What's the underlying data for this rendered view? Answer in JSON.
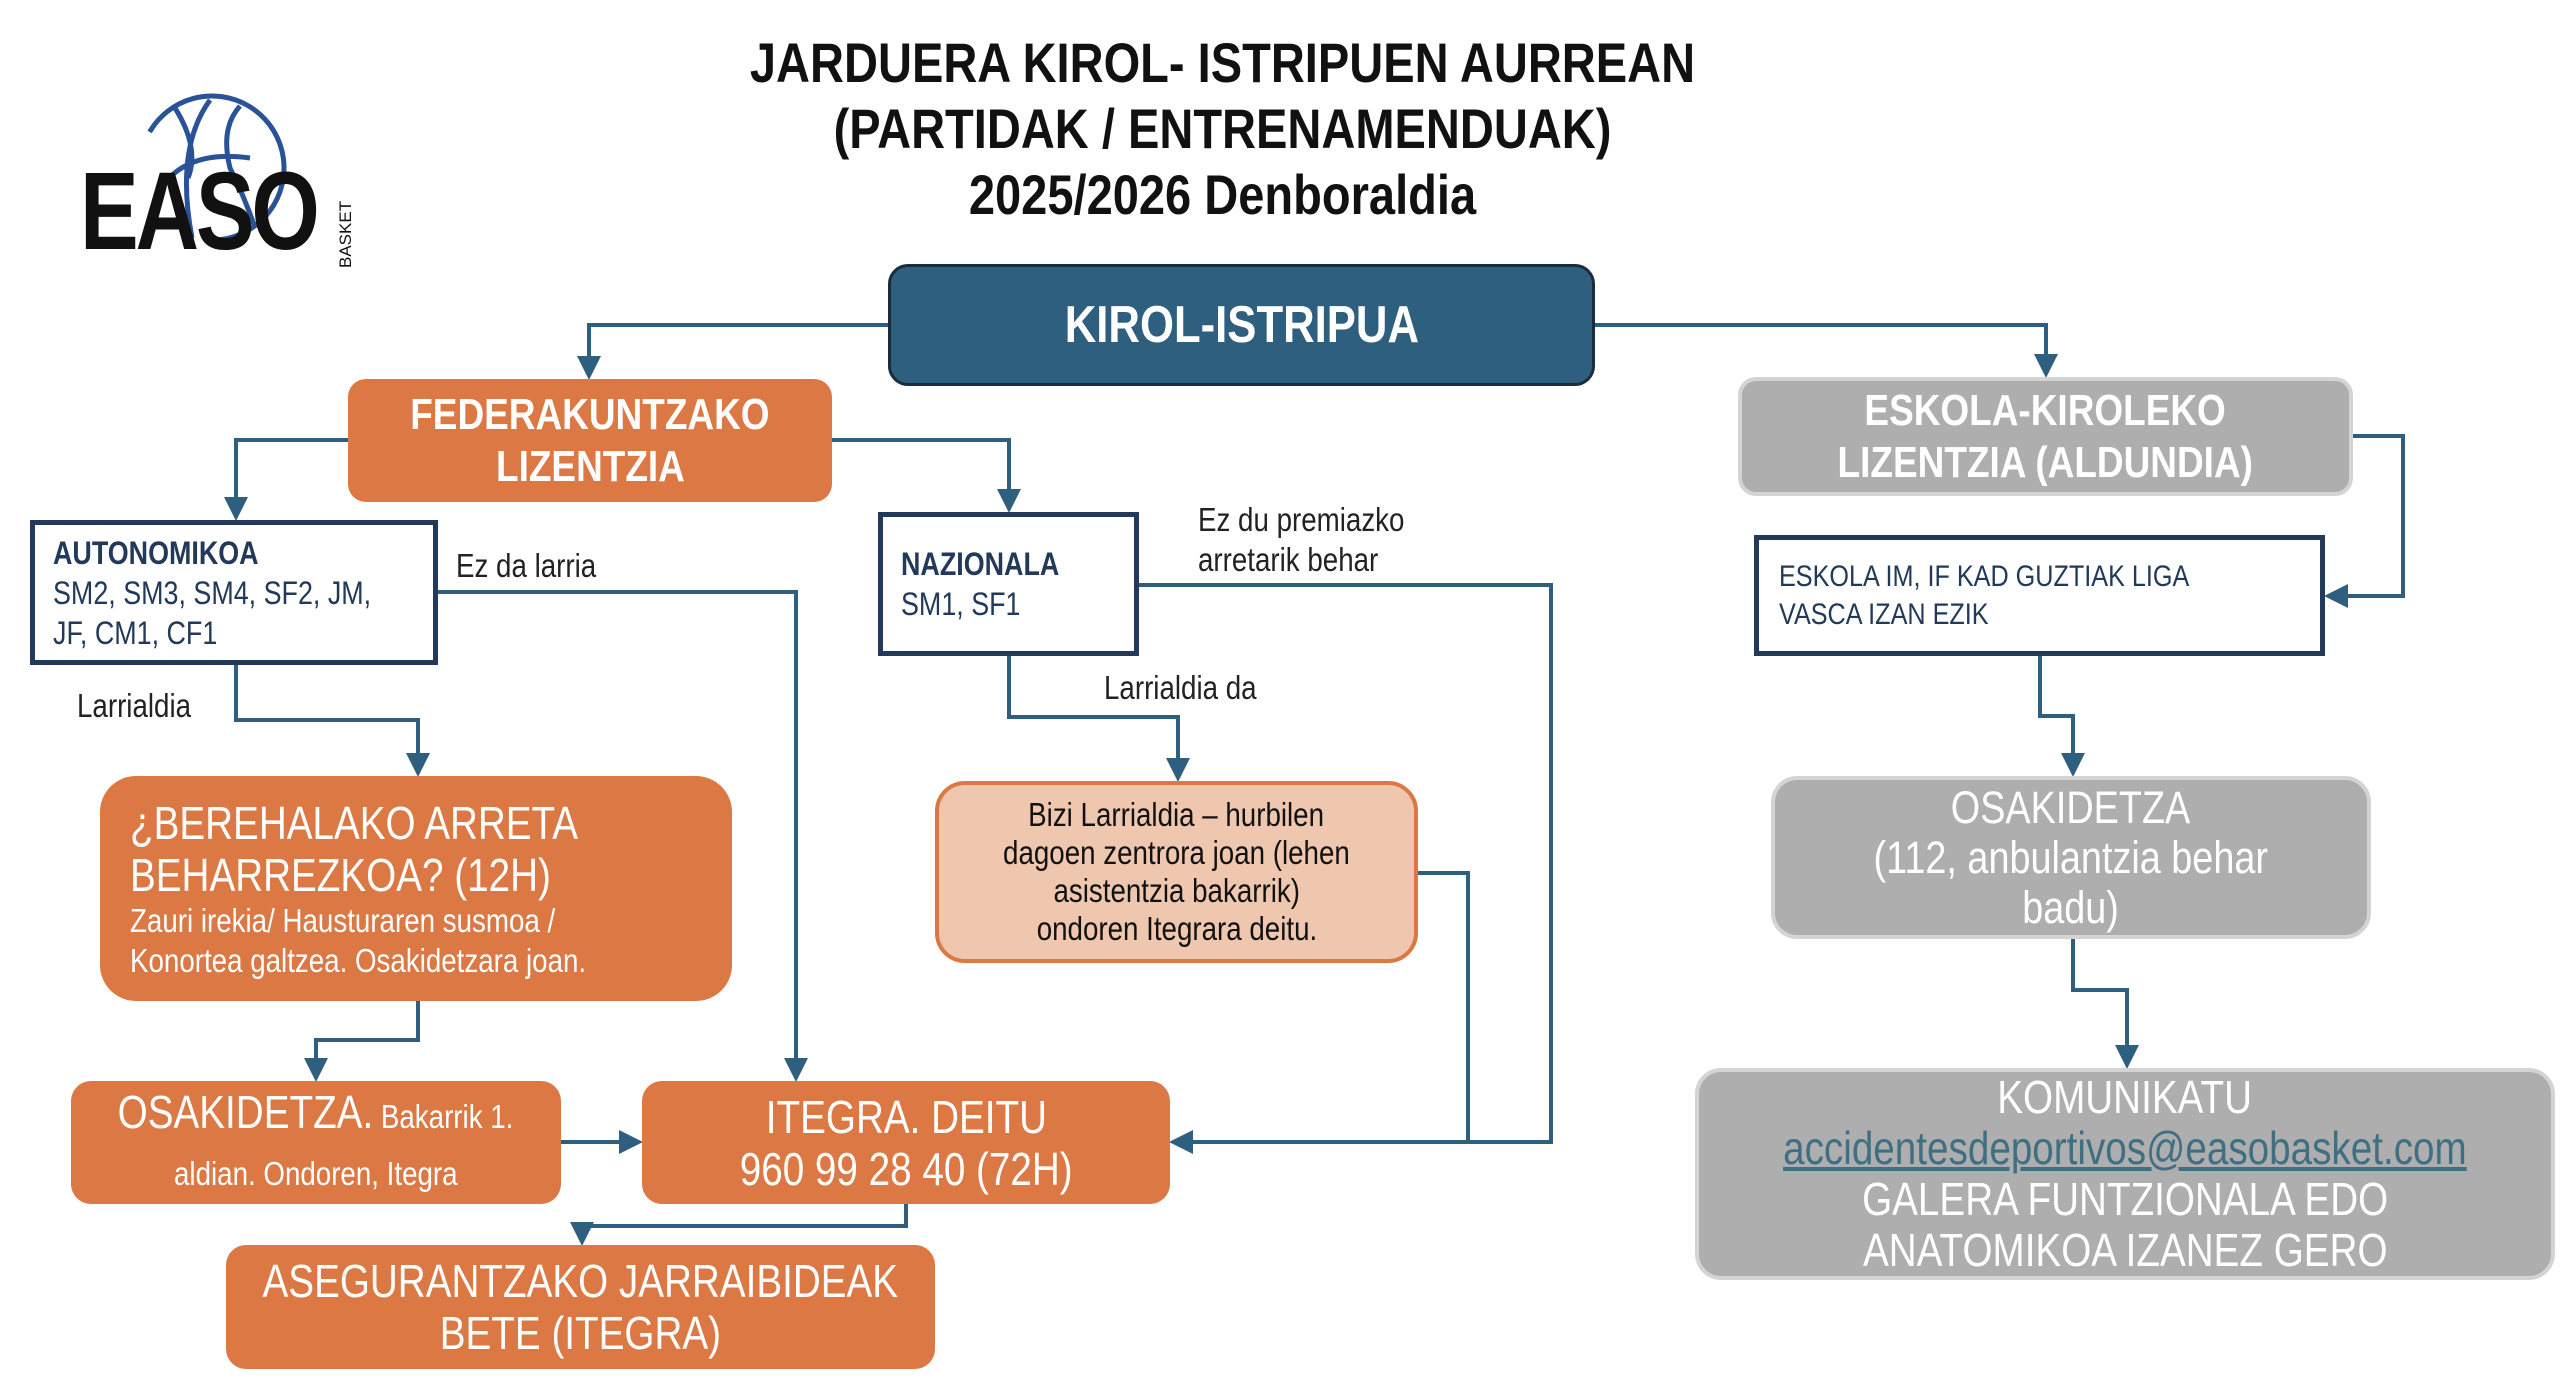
{
  "logo": {
    "name": "EASO",
    "sub": "BASKET"
  },
  "title": [
    "JARDUERA KIROL- ISTRIPUEN AURREAN",
    "(PARTIDAK / ENTRENAMENDUAK)",
    "2025/2026 Denboraldia"
  ],
  "root": "KIROL-ISTRIPUA",
  "federakuntza": [
    "FEDERAKUNTZAKO",
    "LIZENTZIA"
  ],
  "eskola": [
    "ESKOLA-KIROLEKO",
    "LIZENTZIA (ALDUNDIA)"
  ],
  "autonomikoa": {
    "title": "AUTONOMIKOA",
    "lines": [
      "SM2, SM3, SM4, SF2, JM,",
      "JF, CM1, CF1"
    ]
  },
  "nazionala": {
    "title": "NAZIONALA",
    "lines": [
      "SM1, SF1"
    ]
  },
  "eskola_im": [
    "ESKOLA IM, IF KAD GUZTIAK LIGA",
    "VASCA IZAN EZIK"
  ],
  "berehalako": {
    "lines": [
      "¿BEREHALAKO ARRETA",
      "BEHARREZKOA? (12H)"
    ],
    "sub": [
      "Zauri irekia/ Hausturaren susmoa /",
      "Konortea galtzea. Osakidetzara joan."
    ]
  },
  "bizi": [
    "Bizi Larrialdia – hurbilen",
    "dagoen zentrora joan (lehen",
    "asistentzia bakarrik)",
    "ondoren Itegrara deitu."
  ],
  "osakidetza_gray": [
    "OSAKIDETZA",
    "(112, anbulantzia behar",
    "badu)"
  ],
  "osakidetza_orange": {
    "main": "OSAKIDETZA.",
    "rest1": " Bakarrik 1.",
    "rest2": "aldian. Ondoren, Itegra"
  },
  "itegra": [
    "ITEGRA. DEITU",
    "960 99 28 40 (72H)"
  ],
  "asegurantza": [
    "ASEGURANTZAKO JARRAIBIDEAK",
    "BETE (ITEGRA)"
  ],
  "komunikatu": {
    "head": "KOMUNIKATU",
    "email": "accidentesdeportivos@easobasket.com",
    "lines": [
      "GALERA FUNTZIONALA EDO",
      "ANATOMIKOA IZANEZ GERO"
    ]
  },
  "labels": {
    "ez_da_larria": "Ez da larria",
    "ez_du": [
      "Ez du premiazko",
      "arretarik behar"
    ],
    "larrialdia": "Larrialdia",
    "larrialdia_da": "Larrialdia da"
  },
  "colors": {
    "navy": "#2e5f7f",
    "orange": "#db7844",
    "gray": "#aeaeae",
    "peach": "#efc7ae",
    "outline": "#22395a"
  }
}
